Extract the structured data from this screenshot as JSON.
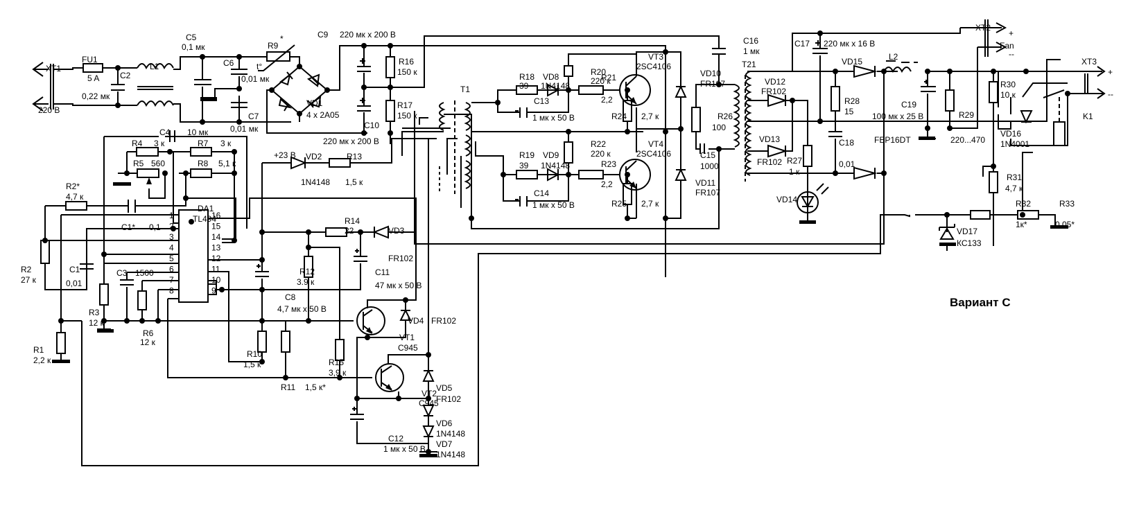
{
  "title": "Вариант С",
  "colors": {
    "line": "#000000",
    "background": "#ffffff"
  },
  "components": {
    "XT1": {
      "ref": "XT1",
      "value": "220 В"
    },
    "FU1": {
      "ref": "FU1",
      "value": "5 A"
    },
    "C2": {
      "ref": "C2",
      "value": "0,22 мк"
    },
    "L1": {
      "ref": "L1"
    },
    "C5": {
      "ref": "C5",
      "value": "0,1 мк"
    },
    "C6": {
      "ref": "C6",
      "value": "0,01 мк"
    },
    "C7": {
      "ref": "C7",
      "value": "0,01 мк"
    },
    "R9": {
      "ref": "R9",
      "mark": "*",
      "temp": "t°"
    },
    "VD1": {
      "ref": "VD1",
      "value": "4 x 2A05"
    },
    "C9": {
      "ref": "C9",
      "value": "220 мк x 200 В"
    },
    "C10": {
      "ref": "C10",
      "value": "220 мк x 200 В"
    },
    "R16": {
      "ref": "R16",
      "value": "150 к"
    },
    "R17": {
      "ref": "R17",
      "value": "150 к"
    },
    "T1": {
      "ref": "T1"
    },
    "R18": {
      "ref": "R18",
      "value": "39"
    },
    "VD8": {
      "ref": "VD8",
      "value": "1N4148"
    },
    "R20": {
      "ref": "R20",
      "value": "220 к"
    },
    "R21": {
      "ref": "R21",
      "value": "2,2"
    },
    "C13": {
      "ref": "C13",
      "value": "1 мк x 50 В"
    },
    "R24": {
      "ref": "R24",
      "value": "2,7 к"
    },
    "VT3": {
      "ref": "VT3",
      "value": "2SC4106"
    },
    "R19": {
      "ref": "R19",
      "value": "39"
    },
    "VD9": {
      "ref": "VD9",
      "value": "1N4148"
    },
    "R22": {
      "ref": "R22",
      "value": "220 к"
    },
    "R23": {
      "ref": "R23",
      "value": "2,2"
    },
    "C14": {
      "ref": "C14",
      "value": "1 мк x 50 В"
    },
    "R25": {
      "ref": "R25",
      "value": "2,7 к"
    },
    "VT4": {
      "ref": "VT4",
      "value": "2SC4106"
    },
    "VD10": {
      "ref": "VD10",
      "value": "FR107"
    },
    "VD11": {
      "ref": "VD11",
      "value": "FR107"
    },
    "C16": {
      "ref": "C16",
      "value": "1 мк"
    },
    "T21": {
      "ref": "T21"
    },
    "R26": {
      "ref": "R26",
      "value": "100"
    },
    "C15": {
      "ref": "C15",
      "value": "1000"
    },
    "VD12": {
      "ref": "VD12",
      "value": "FR102"
    },
    "VD13": {
      "ref": "VD13",
      "value": "FR102"
    },
    "R27": {
      "ref": "R27",
      "value": "1 к"
    },
    "VD14": {
      "ref": "VD14"
    },
    "C17": {
      "ref": "C17",
      "value": "220 мк x 16 В"
    },
    "R28": {
      "ref": "R28",
      "value": "15"
    },
    "C18": {
      "ref": "C18",
      "value": "0,01"
    },
    "VD15": {
      "ref": "VD15",
      "value": "FEP16DT"
    },
    "L2": {
      "ref": "L2"
    },
    "C19": {
      "ref": "C19",
      "value": "100 мк x 25 В"
    },
    "R29": {
      "ref": "R29",
      "value": "220...470"
    },
    "XT2": {
      "ref": "XT2",
      "value": "Fan",
      "plus": "+",
      "minus": "--"
    },
    "XT3": {
      "ref": "XT3",
      "plus": "+",
      "minus": "--"
    },
    "R30": {
      "ref": "R30",
      "value": "10 к"
    },
    "R31": {
      "ref": "R31",
      "value": "4,7 к"
    },
    "VD16": {
      "ref": "VD16",
      "value": "1N4001"
    },
    "K1": {
      "ref": "K1"
    },
    "R32": {
      "ref": "R32",
      "value": "1к*"
    },
    "R33": {
      "ref": "R33",
      "value": "0,05*"
    },
    "VD17": {
      "ref": "VD17",
      "value": "КС133"
    },
    "C4": {
      "ref": "C4",
      "value": "10 мк"
    },
    "R4": {
      "ref": "R4",
      "value": "3 к"
    },
    "R7": {
      "ref": "R7",
      "value": "3 к"
    },
    "R5": {
      "ref": "R5",
      "value": "560"
    },
    "R8": {
      "ref": "R8",
      "value": "5,1 к"
    },
    "R2s": {
      "ref": "R2*",
      "value": "4,7 к"
    },
    "C1s": {
      "ref": "C1*",
      "value": "0,1"
    },
    "DA1": {
      "ref": "DA1",
      "value": "TL494",
      "pins": [
        "1",
        "2",
        "3",
        "4",
        "5",
        "6",
        "7",
        "8",
        "9",
        "10",
        "11",
        "12",
        "13",
        "14",
        "15",
        "16"
      ]
    },
    "R2": {
      "ref": "R2",
      "value": "27 к"
    },
    "C1": {
      "ref": "C1",
      "value": "0,01"
    },
    "C3": {
      "ref": "C3",
      "value": "1500"
    },
    "R3": {
      "ref": "R3",
      "value": "12 к"
    },
    "R6": {
      "ref": "R6",
      "value": "12 к"
    },
    "R1": {
      "ref": "R1",
      "value": "2,2 к"
    },
    "VD2": {
      "ref": "VD2",
      "value": "1N4148",
      "node": "+23 В"
    },
    "R13": {
      "ref": "R13",
      "value": "1,5 к"
    },
    "R14": {
      "ref": "R14",
      "value": "22"
    },
    "VD3": {
      "ref": "VD3",
      "value": "FR102"
    },
    "R12": {
      "ref": "R12",
      "value": "3.9 к"
    },
    "C11": {
      "ref": "C11",
      "value": "47 мк x 50 В"
    },
    "C8": {
      "ref": "C8",
      "value": "4,7 мк x 50 В"
    },
    "R10": {
      "ref": "R10",
      "value": "1,5 к*"
    },
    "R11": {
      "ref": "R11",
      "value": "1,5 к*"
    },
    "R15": {
      "ref": "R15",
      "value": "3,9 к"
    },
    "VT1": {
      "ref": "VT1",
      "value": "C945"
    },
    "VD4": {
      "ref": "VD4",
      "value": "FR102"
    },
    "VT2": {
      "ref": "VT2",
      "value": "C945"
    },
    "VD5": {
      "ref": "VD5",
      "value": "FR102"
    },
    "VD6": {
      "ref": "VD6",
      "value": "1N4148"
    },
    "VD7": {
      "ref": "VD7",
      "value": "1N4148"
    },
    "C12": {
      "ref": "C12",
      "value": "1 мк x 50 В"
    }
  }
}
